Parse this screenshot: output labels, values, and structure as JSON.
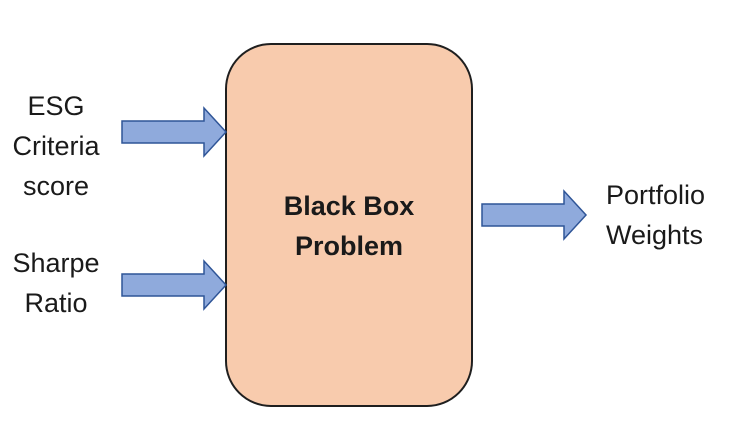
{
  "diagram": {
    "inputs": [
      {
        "lines": [
          "ESG",
          "Criteria",
          "score"
        ]
      },
      {
        "lines": [
          "Sharpe",
          "Ratio"
        ]
      }
    ],
    "process": {
      "lines": [
        "Black Box",
        "Problem"
      ]
    },
    "output": {
      "lines": [
        "Portfolio",
        "Weights"
      ]
    },
    "colors": {
      "box_fill": "#f8cbad",
      "box_border": "#1f1f1f",
      "arrow_fill": "#8faadc",
      "arrow_stroke": "#2f5597",
      "text": "#1a1a1a"
    },
    "icons": {
      "arrow": "right-arrow-icon"
    }
  }
}
